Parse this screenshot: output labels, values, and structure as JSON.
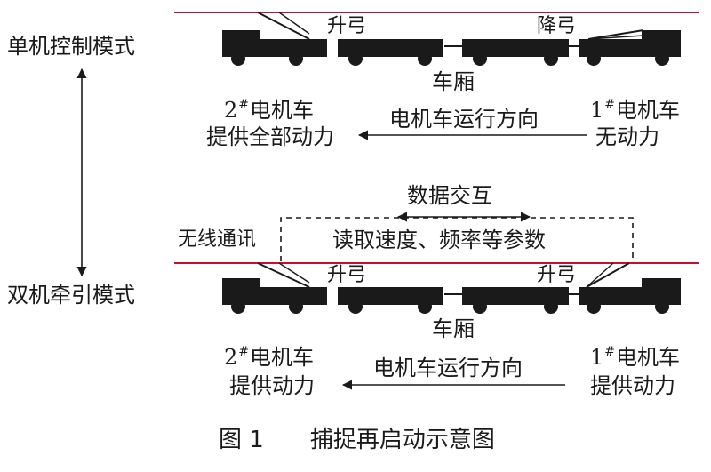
{
  "modes": {
    "single": "单机控制模式",
    "dual": "双机牵引模式"
  },
  "top": {
    "pantograph_left": "升弓",
    "pantograph_right": "降弓",
    "carriage": "车厢",
    "loco2_num": "2",
    "loco2_sup": "#",
    "loco2_name": "电机车",
    "loco2_power": "提供全部动力",
    "direction": "电机车运行方向",
    "loco1_num": "1",
    "loco1_sup": "#",
    "loco1_name": "电机车",
    "loco1_power": "无动力"
  },
  "middle": {
    "data_exchange": "数据交互",
    "read_params": "读取速度、频率等参数",
    "wireless": "无线通讯"
  },
  "bottom": {
    "pantograph_left": "升弓",
    "pantograph_right": "升弓",
    "carriage": "车厢",
    "loco2_num": "2",
    "loco2_sup": "#",
    "loco2_name": "电机车",
    "loco2_power": "提供动力",
    "direction": "电机车运行方向",
    "loco1_num": "1",
    "loco1_sup": "#",
    "loco1_name": "电机车",
    "loco1_power": "提供动力"
  },
  "caption": {
    "fig_no": "图 1",
    "title": "捕捉再启动示意图"
  },
  "colors": {
    "wire": "#c8102e",
    "ink": "#1a1a1a"
  }
}
